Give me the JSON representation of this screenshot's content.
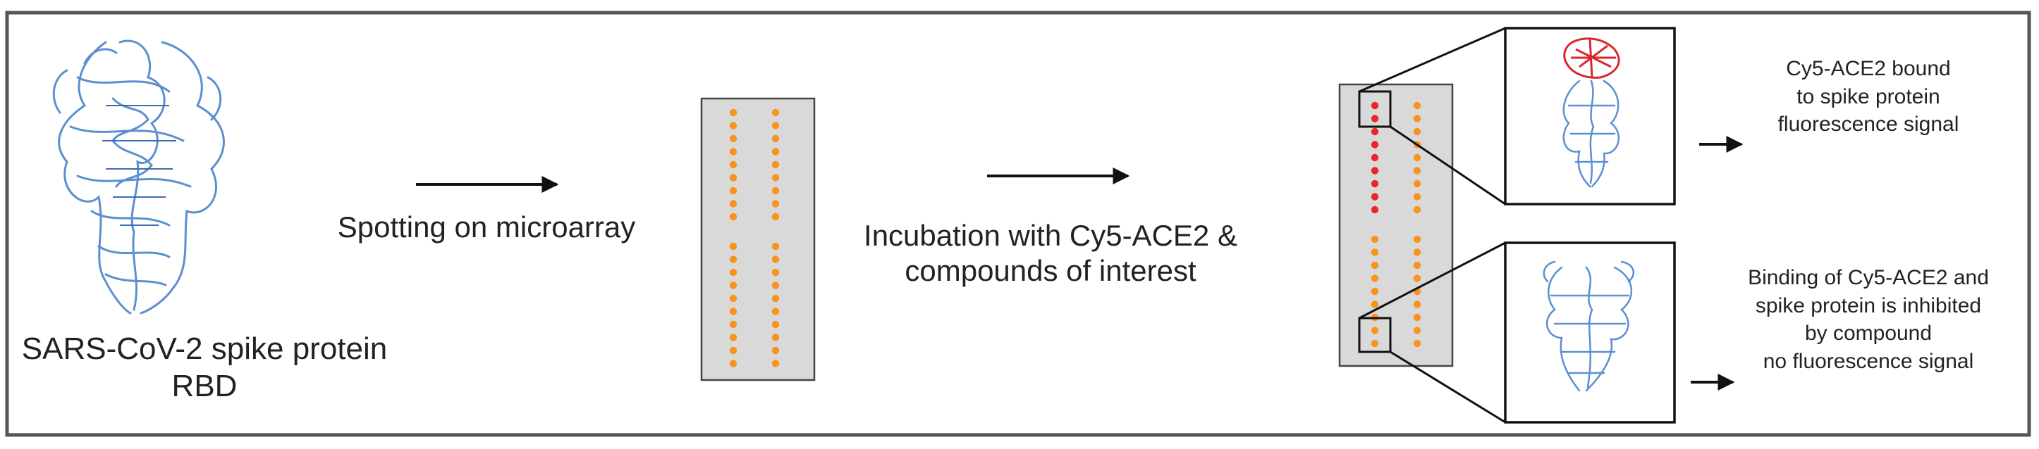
{
  "labels": {
    "protein_line1": "SARS-CoV-2 spike protein",
    "protein_line2": "RBD",
    "step1": "Spotting on microarray",
    "step2_line1": "Incubation with Cy5-ACE2 &",
    "step2_line2": "compounds of interest",
    "bound_line1": "Cy5-ACE2 bound",
    "bound_line2": "to spike protein",
    "bound_line3": "fluorescence signal",
    "inhib_line1": "Binding of Cy5-ACE2 and",
    "inhib_line2": "spike protein is inhibited",
    "inhib_line3": "by compound",
    "inhib_line4": "no fluorescence signal"
  },
  "colors": {
    "frame": "#555555",
    "slide_fill": "#d9d9d9",
    "spot_orange": "#f7941d",
    "spot_red": "#e8262b",
    "protein_blue": "#5b8fd0",
    "ace2_red": "#d9272e"
  },
  "icons": [
    "spike-protein-icon",
    "arrow-right-icon",
    "microarray-slide-icon",
    "ace2-bound-complex-icon"
  ]
}
